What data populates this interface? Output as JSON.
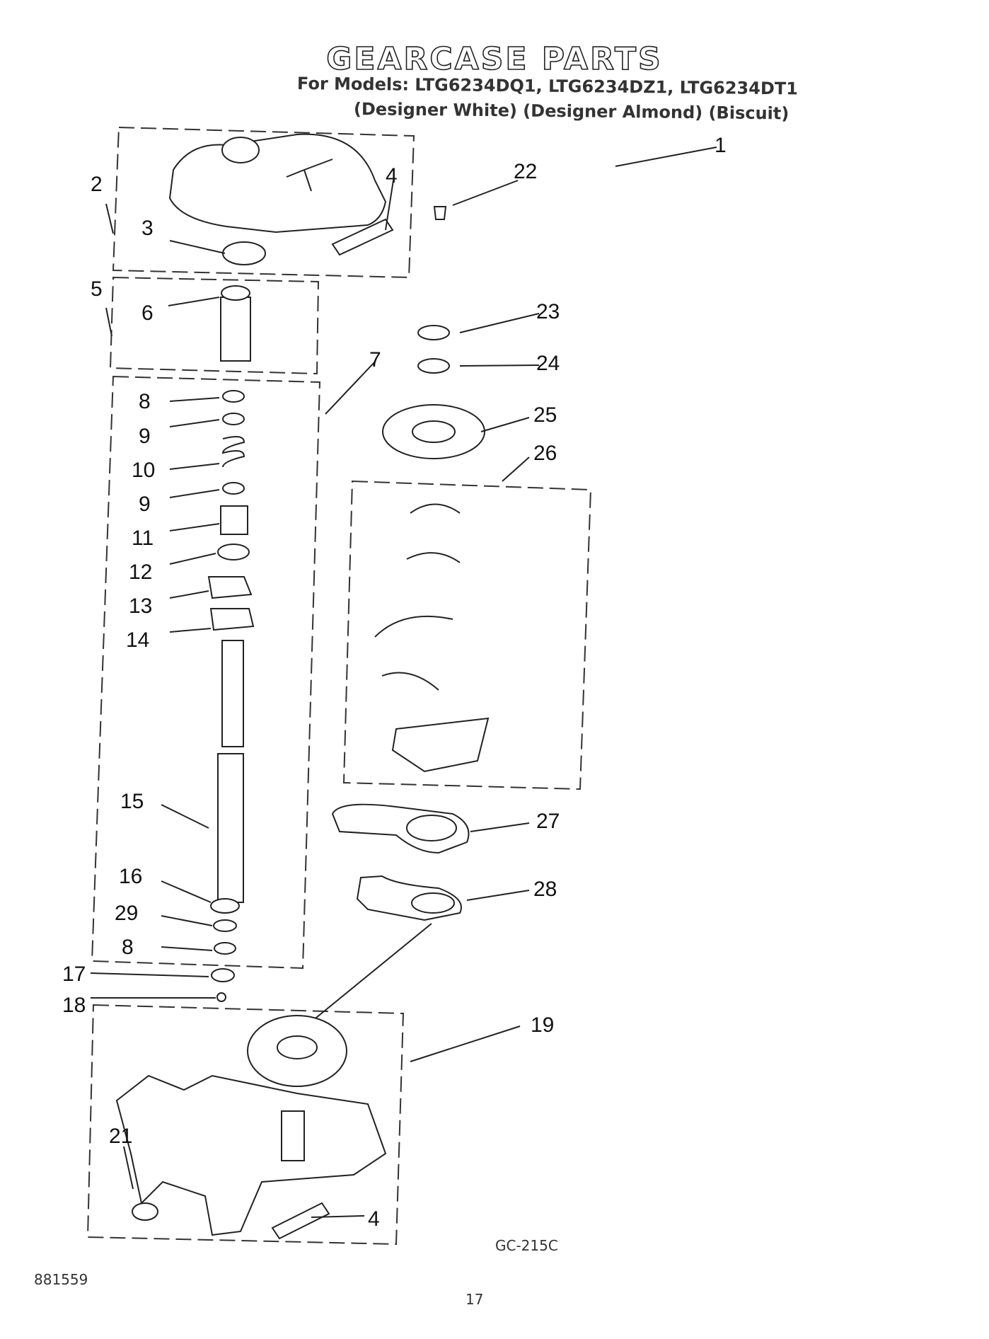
{
  "title": "GEARCASE PARTS",
  "subtitle_models": "For Models: LTG6234DQ1, LTG6234DZ1, LTG6234DT1",
  "subtitle_colors": "(Designer White) (Designer Almond) (Biscuit)",
  "figure_code": "GC-215C",
  "doc_number": "881559",
  "page_number": "17",
  "callouts": [
    "1",
    "2",
    "3",
    "4",
    "22",
    "5",
    "6",
    "23",
    "24",
    "7",
    "8",
    "9",
    "10",
    "9",
    "11",
    "12",
    "13",
    "14",
    "25",
    "26",
    "15",
    "27",
    "16",
    "29",
    "8",
    "28",
    "17",
    "18",
    "19",
    "21",
    "4"
  ]
}
